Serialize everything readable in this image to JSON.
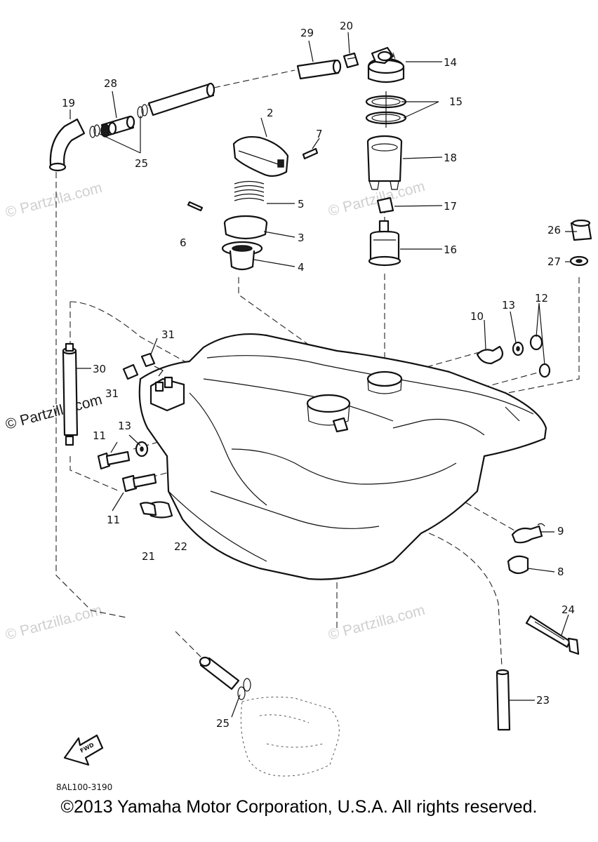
{
  "diagram": {
    "drawing_code": "8AL100-3190",
    "fwd_label": "FWD",
    "watermark_text": "© Partzilla.com",
    "copyright": "©2013 Yamaha Motor Corporation, U.S.A. All rights reserved.",
    "callouts": {
      "c2": "2",
      "c3": "3",
      "c4": "4",
      "c5": "5",
      "c6": "6",
      "c7": "7",
      "c8": "8",
      "c9": "9",
      "c10": "10",
      "c11a": "11",
      "c11b": "11",
      "c12": "12",
      "c13a": "13",
      "c13b": "13",
      "c14": "14",
      "c15": "15",
      "c16": "16",
      "c17": "17",
      "c18": "18",
      "c19": "19",
      "c20": "20",
      "c21": "21",
      "c22": "22",
      "c23": "23",
      "c24": "24",
      "c25a": "25",
      "c25b": "25",
      "c26": "26",
      "c27": "27",
      "c28": "28",
      "c29": "29",
      "c30": "30",
      "c31": "31",
      "c31b": "31"
    }
  }
}
